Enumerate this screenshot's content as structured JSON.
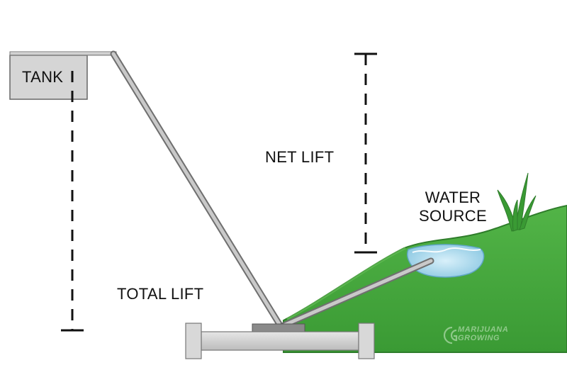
{
  "labels": {
    "tank": "TANK",
    "net_lift": "NET LIFT",
    "water_source_line1": "WATER",
    "water_source_line2": "SOURCE",
    "total_lift": "TOTAL LIFT"
  },
  "logo": {
    "monogram": "CG",
    "line1": "MARIJUANA",
    "line2": "GROWING"
  },
  "colors": {
    "hill": "#44a83b",
    "hill_dark": "#2f7d2b",
    "water": "#a9d8ec",
    "tank": "#d5d5d5",
    "pipe": "#b7b7b7",
    "pump": "#cfcfcf"
  }
}
